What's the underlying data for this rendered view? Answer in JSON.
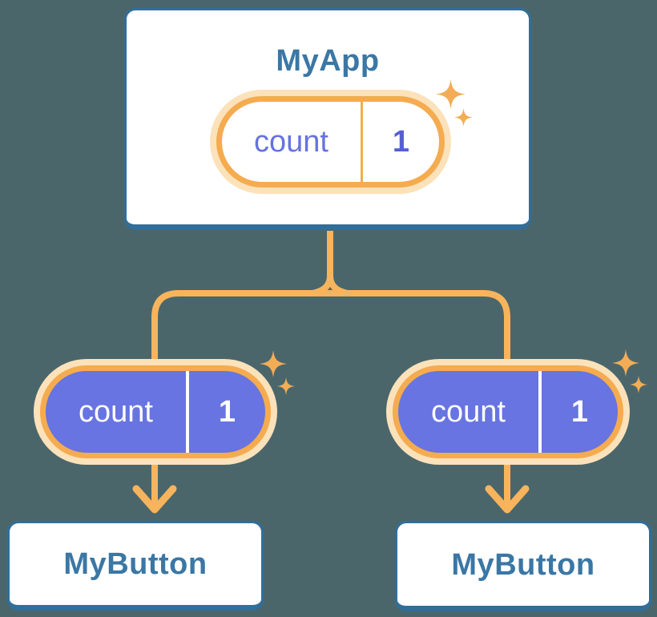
{
  "diagram": {
    "root": {
      "title": "MyApp",
      "pill": {
        "label": "count",
        "value": "1"
      }
    },
    "branches": [
      {
        "pill": {
          "label": "count",
          "value": "1"
        },
        "card": {
          "title": "MyButton"
        }
      },
      {
        "pill": {
          "label": "count",
          "value": "1"
        },
        "card": {
          "title": "MyButton"
        }
      }
    ]
  },
  "icons": {
    "sparkles": "four-point-star-sparkles",
    "arrow": "down-arrow"
  },
  "colors": {
    "background": "#4B666B",
    "card_background": "#FFFFFF",
    "card_border_blue": "#316E99",
    "title_text_blue": "#3A77A5",
    "connector_orange": "#F7B45C",
    "pill_ring_orange": "#F5AB4F",
    "pill_ring_cream": "#FBE2BA",
    "pill_fill_purple": "#6774E1",
    "state_label_purple": "#6673E0",
    "state_value_purple": "#565FD1",
    "sparkle_orange": "#F2AD56"
  }
}
